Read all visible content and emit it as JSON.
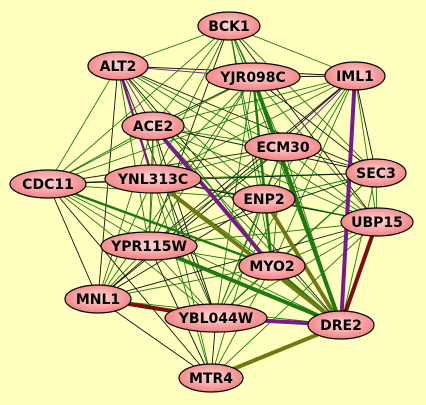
{
  "colors": {
    "background": "#ffffc0",
    "node_fill_center": "#ffd6d6",
    "node_fill_edge": "#f27b7b",
    "node_stroke": "#000000",
    "edge_green": "#1e7a0e",
    "edge_black": "#111111",
    "edge_purple": "#7a1a8a",
    "edge_olive": "#6e7a10",
    "edge_darkred": "#7a0e0e"
  },
  "nodes": [
    {
      "id": "BCK1",
      "label": "BCK1"
    },
    {
      "id": "ALT2",
      "label": "ALT2"
    },
    {
      "id": "YJR098C",
      "label": "YJR098C"
    },
    {
      "id": "IML1",
      "label": "IML1"
    },
    {
      "id": "ACE2",
      "label": "ACE2"
    },
    {
      "id": "ECM30",
      "label": "ECM30"
    },
    {
      "id": "CDC11",
      "label": "CDC11"
    },
    {
      "id": "YNL313C",
      "label": "YNL313C"
    },
    {
      "id": "SEC3",
      "label": "SEC3"
    },
    {
      "id": "ENP2",
      "label": "ENP2"
    },
    {
      "id": "UBP15",
      "label": "UBP15"
    },
    {
      "id": "YPR115W",
      "label": "YPR115W"
    },
    {
      "id": "MYO2",
      "label": "MYO2"
    },
    {
      "id": "MNL1",
      "label": "MNL1"
    },
    {
      "id": "YBL044W",
      "label": "YBL044W"
    },
    {
      "id": "DRE2",
      "label": "DRE2"
    },
    {
      "id": "MTR4",
      "label": "MTR4"
    }
  ],
  "edges": [
    {
      "source": "ALT2",
      "target": "YNL313C",
      "color": "purple",
      "weight": "medium"
    },
    {
      "source": "ALT2",
      "target": "ACE2",
      "color": "purple",
      "weight": "thin"
    },
    {
      "source": "ALT2",
      "target": "ECM30",
      "color": "green",
      "weight": "thin"
    },
    {
      "source": "ALT2",
      "target": "BCK1",
      "color": "green",
      "weight": "thin"
    },
    {
      "source": "ALT2",
      "target": "YJR098C",
      "color": "purple",
      "weight": "thin"
    },
    {
      "source": "ALT2",
      "target": "IML1",
      "color": "black",
      "weight": "thin"
    },
    {
      "source": "ALT2",
      "target": "CDC11",
      "color": "green",
      "weight": "thin"
    },
    {
      "source": "ALT2",
      "target": "ENP2",
      "color": "green",
      "weight": "thin"
    },
    {
      "source": "ALT2",
      "target": "YPR115W",
      "color": "green",
      "weight": "thin"
    },
    {
      "source": "ALT2",
      "target": "MNL1",
      "color": "black",
      "weight": "thin"
    },
    {
      "source": "ALT2",
      "target": "MYO2",
      "color": "green",
      "weight": "thin"
    },
    {
      "source": "ALT2",
      "target": "SEC3",
      "color": "black",
      "weight": "thin"
    },
    {
      "source": "ALT2",
      "target": "YBL044W",
      "color": "black",
      "weight": "thin"
    },
    {
      "source": "ALT2",
      "target": "UBP15",
      "color": "green",
      "weight": "thin"
    },
    {
      "source": "ALT2",
      "target": "DRE2",
      "color": "black",
      "weight": "thin"
    },
    {
      "source": "BCK1",
      "target": "YJR098C",
      "color": "green",
      "weight": "thin"
    },
    {
      "source": "BCK1",
      "target": "IML1",
      "color": "green",
      "weight": "thin"
    },
    {
      "source": "BCK1",
      "target": "CDC11",
      "color": "green",
      "weight": "thin"
    },
    {
      "source": "BCK1",
      "target": "ACE2",
      "color": "green",
      "weight": "thin"
    },
    {
      "source": "BCK1",
      "target": "ECM30",
      "color": "green",
      "weight": "thin"
    },
    {
      "source": "BCK1",
      "target": "SEC3",
      "color": "green",
      "weight": "thin"
    },
    {
      "source": "BCK1",
      "target": "YNL313C",
      "color": "green",
      "weight": "thin"
    },
    {
      "source": "BCK1",
      "target": "ENP2",
      "color": "green",
      "weight": "thin"
    },
    {
      "source": "BCK1",
      "target": "YPR115W",
      "color": "black",
      "weight": "thin"
    },
    {
      "source": "BCK1",
      "target": "MYO2",
      "color": "green",
      "weight": "thin"
    },
    {
      "source": "BCK1",
      "target": "UBP15",
      "color": "black",
      "weight": "thin"
    },
    {
      "source": "BCK1",
      "target": "DRE2",
      "color": "green",
      "weight": "thin"
    },
    {
      "source": "YJR098C",
      "target": "DRE2",
      "color": "green",
      "weight": "thick"
    },
    {
      "source": "YJR098C",
      "target": "MYO2",
      "color": "green",
      "weight": "medium"
    },
    {
      "source": "YJR098C",
      "target": "IML1",
      "color": "black",
      "weight": "thin"
    },
    {
      "source": "YJR098C",
      "target": "ACE2",
      "color": "black",
      "weight": "thin"
    },
    {
      "source": "YJR098C",
      "target": "CDC11",
      "color": "green",
      "weight": "thin"
    },
    {
      "source": "YJR098C",
      "target": "YNL313C",
      "color": "green",
      "weight": "thin"
    },
    {
      "source": "YJR098C",
      "target": "YPR115W",
      "color": "green",
      "weight": "thin"
    },
    {
      "source": "YJR098C",
      "target": "ENP2",
      "color": "green",
      "weight": "thin"
    },
    {
      "source": "YJR098C",
      "target": "SEC3",
      "color": "black",
      "weight": "thin"
    },
    {
      "source": "YJR098C",
      "target": "UBP15",
      "color": "green",
      "weight": "thin"
    },
    {
      "source": "YJR098C",
      "target": "MNL1",
      "color": "green",
      "weight": "thin"
    },
    {
      "source": "YJR098C",
      "target": "YBL044W",
      "color": "green",
      "weight": "thin"
    },
    {
      "source": "IML1",
      "target": "ECM30",
      "color": "purple",
      "weight": "thin"
    },
    {
      "source": "IML1",
      "target": "ACE2",
      "color": "green",
      "weight": "thin"
    },
    {
      "source": "IML1",
      "target": "YNL313C",
      "color": "green",
      "weight": "thin"
    },
    {
      "source": "IML1",
      "target": "CDC11",
      "color": "green",
      "weight": "thin"
    },
    {
      "source": "IML1",
      "target": "ENP2",
      "color": "green",
      "weight": "thin"
    },
    {
      "source": "IML1",
      "target": "SEC3",
      "color": "black",
      "weight": "thin"
    },
    {
      "source": "IML1",
      "target": "UBP15",
      "color": "green",
      "weight": "thin"
    },
    {
      "source": "IML1",
      "target": "MYO2",
      "color": "green",
      "weight": "thin"
    },
    {
      "source": "IML1",
      "target": "YPR115W",
      "color": "black",
      "weight": "thin"
    },
    {
      "source": "IML1",
      "target": "DRE2",
      "color": "purple",
      "weight": "thick"
    },
    {
      "source": "IML1",
      "target": "MNL1",
      "color": "black",
      "weight": "thin"
    },
    {
      "source": "IML1",
      "target": "YBL044W",
      "color": "green",
      "weight": "thin"
    },
    {
      "source": "ACE2",
      "target": "MYO2",
      "color": "purple",
      "weight": "thick"
    },
    {
      "source": "ACE2",
      "target": "ECM30",
      "color": "green",
      "weight": "thin"
    },
    {
      "source": "ACE2",
      "target": "CDC11",
      "color": "green",
      "weight": "thin"
    },
    {
      "source": "ACE2",
      "target": "YNL313C",
      "color": "green",
      "weight": "thin"
    },
    {
      "source": "ACE2",
      "target": "ENP2",
      "color": "green",
      "weight": "thin"
    },
    {
      "source": "ACE2",
      "target": "SEC3",
      "color": "black",
      "weight": "thin"
    },
    {
      "source": "ACE2",
      "target": "UBP15",
      "color": "green",
      "weight": "thin"
    },
    {
      "source": "ACE2",
      "target": "YPR115W",
      "color": "green",
      "weight": "thin"
    },
    {
      "source": "ACE2",
      "target": "MNL1",
      "color": "green",
      "weight": "thin"
    },
    {
      "source": "ACE2",
      "target": "YBL044W",
      "color": "black",
      "weight": "thin"
    },
    {
      "source": "ACE2",
      "target": "DRE2",
      "color": "green",
      "weight": "thin"
    },
    {
      "source": "ACE2",
      "target": "MTR4",
      "color": "green",
      "weight": "thin"
    },
    {
      "source": "ECM30",
      "target": "SEC3",
      "color": "black",
      "weight": "thin"
    },
    {
      "source": "ECM30",
      "target": "ENP2",
      "color": "green",
      "weight": "thin"
    },
    {
      "source": "ECM30",
      "target": "UBP15",
      "color": "green",
      "weight": "thin"
    },
    {
      "source": "ECM30",
      "target": "YNL313C",
      "color": "green",
      "weight": "thin"
    },
    {
      "source": "ECM30",
      "target": "CDC11",
      "color": "black",
      "weight": "thin"
    },
    {
      "source": "ECM30",
      "target": "YPR115W",
      "color": "green",
      "weight": "thin"
    },
    {
      "source": "ECM30",
      "target": "MYO2",
      "color": "green",
      "weight": "thin"
    },
    {
      "source": "ECM30",
      "target": "DRE2",
      "color": "green",
      "weight": "thin"
    },
    {
      "source": "ECM30",
      "target": "MNL1",
      "color": "black",
      "weight": "thin"
    },
    {
      "source": "ECM30",
      "target": "YBL044W",
      "color": "green",
      "weight": "thin"
    },
    {
      "source": "CDC11",
      "target": "YNL313C",
      "color": "green",
      "weight": "thin"
    },
    {
      "source": "CDC11",
      "target": "YPR115W",
      "color": "green",
      "weight": "thin"
    },
    {
      "source": "CDC11",
      "target": "MNL1",
      "color": "black",
      "weight": "thin"
    },
    {
      "source": "CDC11",
      "target": "MYO2",
      "color": "green",
      "weight": "medium"
    },
    {
      "source": "CDC11",
      "target": "ENP2",
      "color": "green",
      "weight": "thin"
    },
    {
      "source": "CDC11",
      "target": "YBL044W",
      "color": "green",
      "weight": "thin"
    },
    {
      "source": "CDC11",
      "target": "MTR4",
      "color": "black",
      "weight": "thin"
    },
    {
      "source": "CDC11",
      "target": "DRE2",
      "color": "green",
      "weight": "thin"
    },
    {
      "source": "YNL313C",
      "target": "DRE2",
      "color": "olive",
      "weight": "thick"
    },
    {
      "source": "YNL313C",
      "target": "ENP2",
      "color": "green",
      "weight": "thin"
    },
    {
      "source": "YNL313C",
      "target": "YPR115W",
      "color": "green",
      "weight": "thin"
    },
    {
      "source": "YNL313C",
      "target": "MYO2",
      "color": "green",
      "weight": "thin"
    },
    {
      "source": "YNL313C",
      "target": "SEC3",
      "color": "green",
      "weight": "thin"
    },
    {
      "source": "YNL313C",
      "target": "UBP15",
      "color": "black",
      "weight": "thin"
    },
    {
      "source": "YNL313C",
      "target": "MNL1",
      "color": "green",
      "weight": "thin"
    },
    {
      "source": "YNL313C",
      "target": "YBL044W",
      "color": "green",
      "weight": "thin"
    },
    {
      "source": "YNL313C",
      "target": "MTR4",
      "color": "green",
      "weight": "thin"
    },
    {
      "source": "SEC3",
      "target": "UBP15",
      "color": "green",
      "weight": "thin"
    },
    {
      "source": "SEC3",
      "target": "ENP2",
      "color": "green",
      "weight": "thin"
    },
    {
      "source": "SEC3",
      "target": "MYO2",
      "color": "green",
      "weight": "thin"
    },
    {
      "source": "SEC3",
      "target": "DRE2",
      "color": "green",
      "weight": "thin"
    },
    {
      "source": "SEC3",
      "target": "YPR115W",
      "color": "black",
      "weight": "thin"
    },
    {
      "source": "SEC3",
      "target": "YBL044W",
      "color": "green",
      "weight": "thin"
    },
    {
      "source": "SEC3",
      "target": "CDC11",
      "color": "black",
      "weight": "thin"
    },
    {
      "source": "ENP2",
      "target": "DRE2",
      "color": "olive",
      "weight": "thick"
    },
    {
      "source": "ENP2",
      "target": "MYO2",
      "color": "green",
      "weight": "thin"
    },
    {
      "source": "ENP2",
      "target": "UBP15",
      "color": "green",
      "weight": "thin"
    },
    {
      "source": "ENP2",
      "target": "YPR115W",
      "color": "green",
      "weight": "thin"
    },
    {
      "source": "ENP2",
      "target": "MNL1",
      "color": "black",
      "weight": "thin"
    },
    {
      "source": "ENP2",
      "target": "YBL044W",
      "color": "green",
      "weight": "thin"
    },
    {
      "source": "ENP2",
      "target": "MTR4",
      "color": "green",
      "weight": "thin"
    },
    {
      "source": "UBP15",
      "target": "DRE2",
      "color": "darkred",
      "weight": "thick"
    },
    {
      "source": "UBP15",
      "target": "MYO2",
      "color": "green",
      "weight": "thin"
    },
    {
      "source": "UBP15",
      "target": "YPR115W",
      "color": "green",
      "weight": "thin"
    },
    {
      "source": "UBP15",
      "target": "YBL044W",
      "color": "green",
      "weight": "thin"
    },
    {
      "source": "UBP15",
      "target": "MNL1",
      "color": "black",
      "weight": "thin"
    },
    {
      "source": "UBP15",
      "target": "MTR4",
      "color": "green",
      "weight": "thin"
    },
    {
      "source": "YPR115W",
      "target": "DRE2",
      "color": "green",
      "weight": "thick"
    },
    {
      "source": "YPR115W",
      "target": "MYO2",
      "color": "green",
      "weight": "thin"
    },
    {
      "source": "YPR115W",
      "target": "MNL1",
      "color": "green",
      "weight": "thin"
    },
    {
      "source": "YPR115W",
      "target": "YBL044W",
      "color": "green",
      "weight": "thin"
    },
    {
      "source": "YPR115W",
      "target": "MTR4",
      "color": "black",
      "weight": "thin"
    },
    {
      "source": "MYO2",
      "target": "DRE2",
      "color": "green",
      "weight": "medium"
    },
    {
      "source": "MYO2",
      "target": "YBL044W",
      "color": "green",
      "weight": "thin"
    },
    {
      "source": "MYO2",
      "target": "MNL1",
      "color": "green",
      "weight": "thin"
    },
    {
      "source": "MYO2",
      "target": "MTR4",
      "color": "green",
      "weight": "thin"
    },
    {
      "source": "MNL1",
      "target": "YBL044W",
      "color": "darkred",
      "weight": "thick"
    },
    {
      "source": "MNL1",
      "target": "MTR4",
      "color": "black",
      "weight": "thin"
    },
    {
      "source": "MNL1",
      "target": "DRE2",
      "color": "green",
      "weight": "thin"
    },
    {
      "source": "YBL044W",
      "target": "DRE2",
      "color": "purple",
      "weight": "thick"
    },
    {
      "source": "YBL044W",
      "target": "MTR4",
      "color": "black",
      "weight": "thin"
    },
    {
      "source": "MTR4",
      "target": "DRE2",
      "color": "olive",
      "weight": "thick"
    }
  ]
}
